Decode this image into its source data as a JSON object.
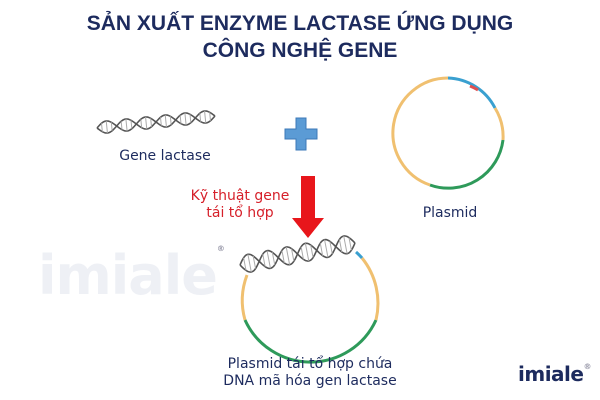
{
  "title": {
    "line1": "SẢN XUẤT ENZYME LACTASE ỨNG DỤNG",
    "line2": "CÔNG NGHỆ GENE"
  },
  "labels": {
    "gene": "Gene lactase",
    "plasmid": "Plasmid",
    "technique_line1": "Kỹ thuật gene",
    "technique_line2": "tái tổ hợp",
    "result_line1": "Plasmid tái tổ hợp chứa",
    "result_line2": "DNA mã hóa gen lactase"
  },
  "brand": {
    "watermark": "imiale",
    "logo": "imiale",
    "registered": "®"
  },
  "colors": {
    "title": "#1d2b5e",
    "arrow": "#e8161b",
    "plus": "#5b9bd5",
    "plasmid_orange": "#f0c070",
    "plasmid_green": "#2e9a5a",
    "plasmid_blue": "#3aa0d0"
  }
}
